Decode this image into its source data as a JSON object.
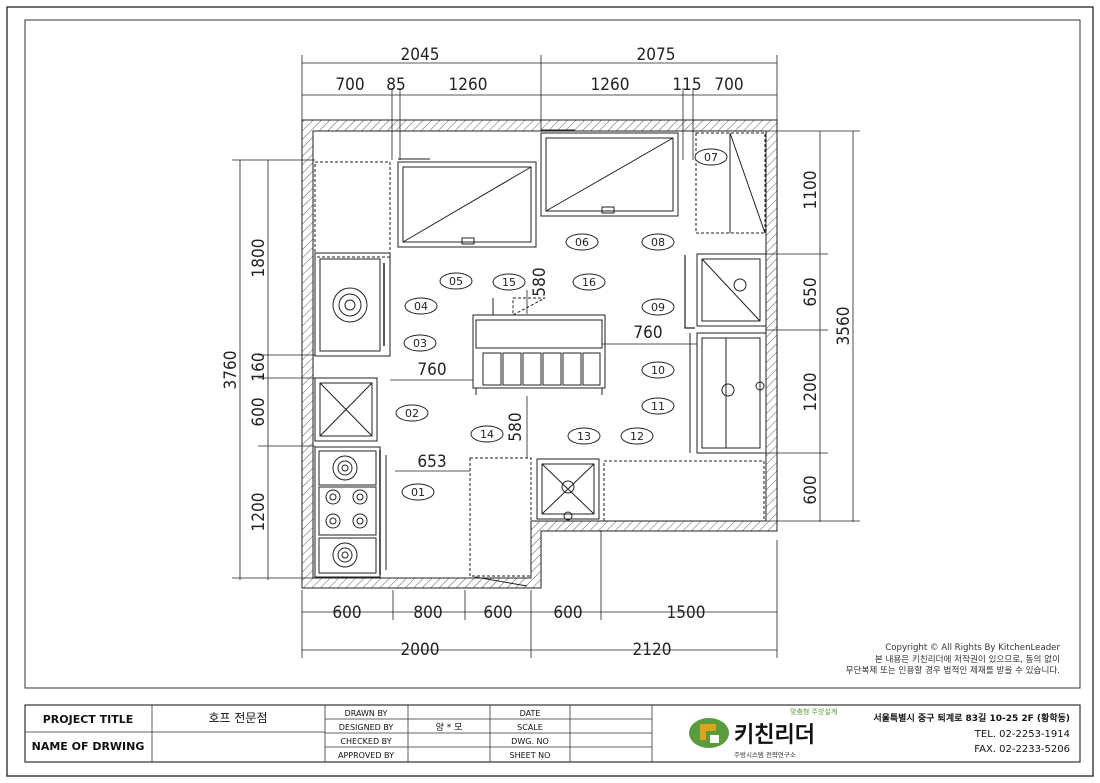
{
  "dimensions": {
    "top_totals": [
      "2045",
      "2075"
    ],
    "top_parts": [
      "700",
      "85",
      "1260",
      "1260",
      "115",
      "700"
    ],
    "bottom_parts": [
      "600",
      "800",
      "600",
      "600",
      "1500"
    ],
    "bottom_totals": [
      "2000",
      "2120"
    ],
    "left_total": "3760",
    "left_parts": [
      "1800",
      "160",
      "600",
      "1200"
    ],
    "right_total": "3560",
    "right_parts": [
      "1100",
      "650",
      "1200",
      "600"
    ],
    "interior": [
      "580",
      "760",
      "760",
      "580",
      "653"
    ]
  },
  "equipment_tags": [
    "01",
    "02",
    "03",
    "04",
    "05",
    "06",
    "07",
    "08",
    "09",
    "10",
    "11",
    "12",
    "13",
    "14",
    "15",
    "16"
  ],
  "copyright": {
    "line1": "Copyright © All Rights By KitchenLeader",
    "line2": "본 내용은 키친리더에 저작권이 있으므로, 동의 없이",
    "line3": "무단복제 또는 인용할 경우 법적인 제재를 받을 수 있습니다."
  },
  "title_block": {
    "project_title_label": "PROJECT TITLE",
    "project_title_value": "호프 전문점",
    "drawing_name_label": "NAME OF DRWING",
    "drawn_by_label": "DRAWN BY",
    "designed_by_label": "DESIGNED BY",
    "designed_by_value": "양 * 모",
    "checked_by_label": "CHECKED BY",
    "approved_by_label": "APPROVED BY",
    "date_label": "DATE",
    "scale_label": "SCALE",
    "dwg_no_label": "DWG. NO",
    "sheet_no_label": "SHEET NO",
    "logo_tagline": "맞춤형 주방설계",
    "logo_name": "키친리더",
    "logo_sub": "주방시스템 전략연구소",
    "address": "서울특별시 중구 퇴계로 83길 10-25 2F (황학동)",
    "tel": "TEL. 02-2253-1914",
    "fax": "FAX. 02-2233-5206"
  },
  "colors": {
    "line": "#222222",
    "logo_green": "#5a9b3c",
    "logo_gold": "#e0a020"
  }
}
